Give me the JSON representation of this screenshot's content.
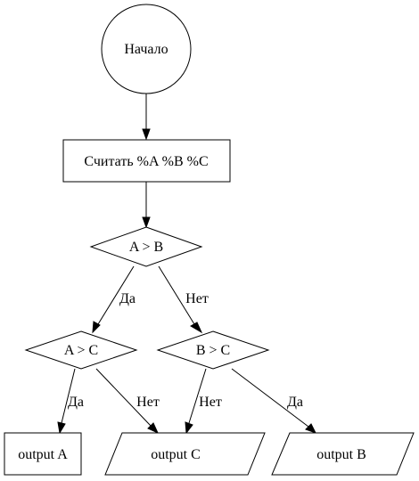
{
  "diagram": {
    "nodes": {
      "start": "Начало",
      "read": "Считать %A %B %C",
      "cond_ab": "A > B",
      "cond_ac": "A > C",
      "cond_bc": "B > C",
      "out_a": "output A",
      "out_c": "output C",
      "out_b": "output B"
    },
    "edges": {
      "ab_yes": "Да",
      "ab_no": "Нет",
      "ac_yes": "Да",
      "ac_no": "Нет",
      "bc_no": "Нет",
      "bc_yes": "Да"
    }
  }
}
